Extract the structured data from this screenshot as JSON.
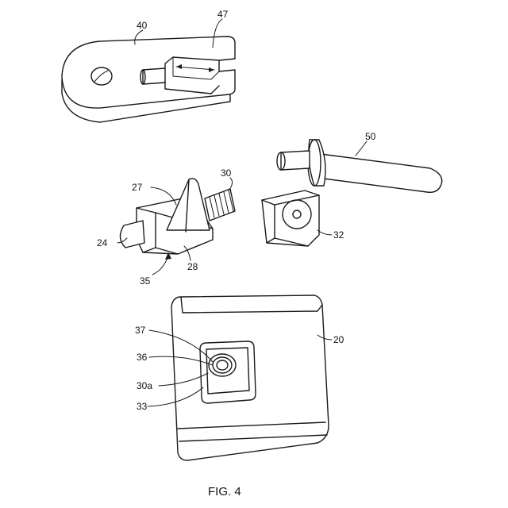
{
  "figure": {
    "caption": "FIG. 4",
    "labels": {
      "l40": "40",
      "l47": "47",
      "l50": "50",
      "l30": "30",
      "l27": "27",
      "l24": "24",
      "l28": "28",
      "l32": "32",
      "l35": "35",
      "l37": "37",
      "l36": "36",
      "l30a": "30a",
      "l33": "33",
      "l20": "20"
    }
  }
}
